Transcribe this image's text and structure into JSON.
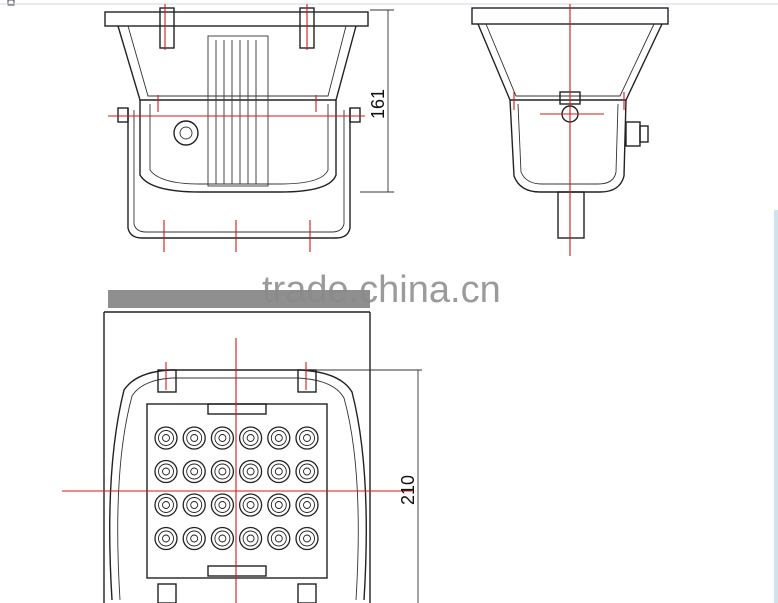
{
  "dimensions": {
    "height_side": "161",
    "height_bottom": "210"
  },
  "watermark": "trade.china.cn",
  "colors": {
    "outline": "#222222",
    "centerline": "#d11a1a",
    "background": "#ffffff"
  },
  "led_grid": {
    "rows": 4,
    "cols": 6
  }
}
